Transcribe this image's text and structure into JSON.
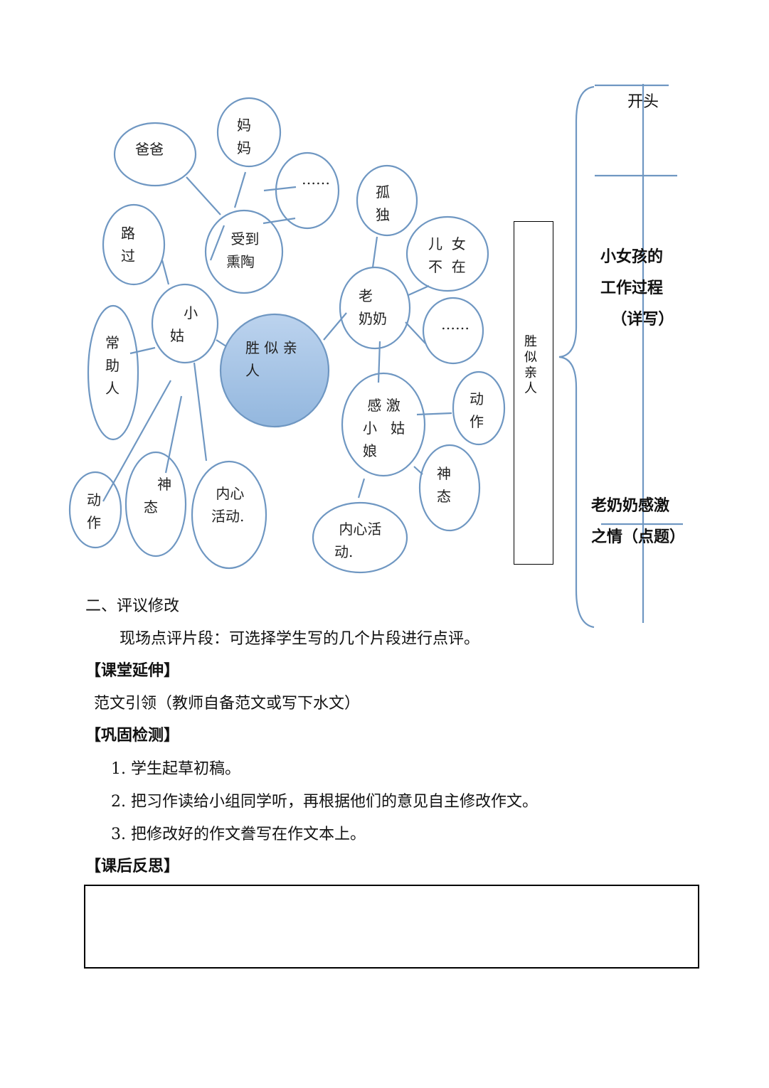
{
  "mindmap": {
    "center": "胜 似 亲\n人",
    "left": {
      "node": "   小\n姑",
      "influence": " 受到\n熏陶",
      "father": "爸爸",
      "mother": "妈\n妈",
      "etc": "……",
      "passing": "路\n过",
      "helper": "常\n助\n人",
      "action": "动\n作",
      "expression": "   神\n态",
      "inner": " 内心\n活动."
    },
    "right": {
      "node": "老\n奶奶",
      "lonely": "孤\n独",
      "children_away": "儿  女\n不  在",
      "etc": "……",
      "grateful": " 感 激\n小   姑\n娘",
      "action": "动\n作",
      "expression": "神\n态",
      "inner": " 内心活\n动."
    }
  },
  "box_label": "胜\n似\n亲\n人",
  "structure": {
    "opening": "开头",
    "process": "小女孩的\n工作过程\n  （详写）",
    "ending": "老奶奶感激\n之情（点题）"
  },
  "sections": {
    "review_heading": "二、评议修改",
    "review_text": "现场点评片段：可选择学生写的几个片段进行点评。",
    "extension_heading": "【课堂延伸】",
    "extension_text": "范文引领（教师自备范文或写下水文）",
    "check_heading": "【巩固检测】",
    "check_items": [
      "1. 学生起草初稿。",
      "2. 把习作读给小组同学听，再根据他们的意见自主修改作文。",
      "3. 把修改好的作文誊写在作文本上。"
    ],
    "reflection_heading": "【课后反思】"
  },
  "colors": {
    "line": "#6f97c2",
    "center_top": "#bcd3ee",
    "center_bottom": "#93b7de"
  }
}
